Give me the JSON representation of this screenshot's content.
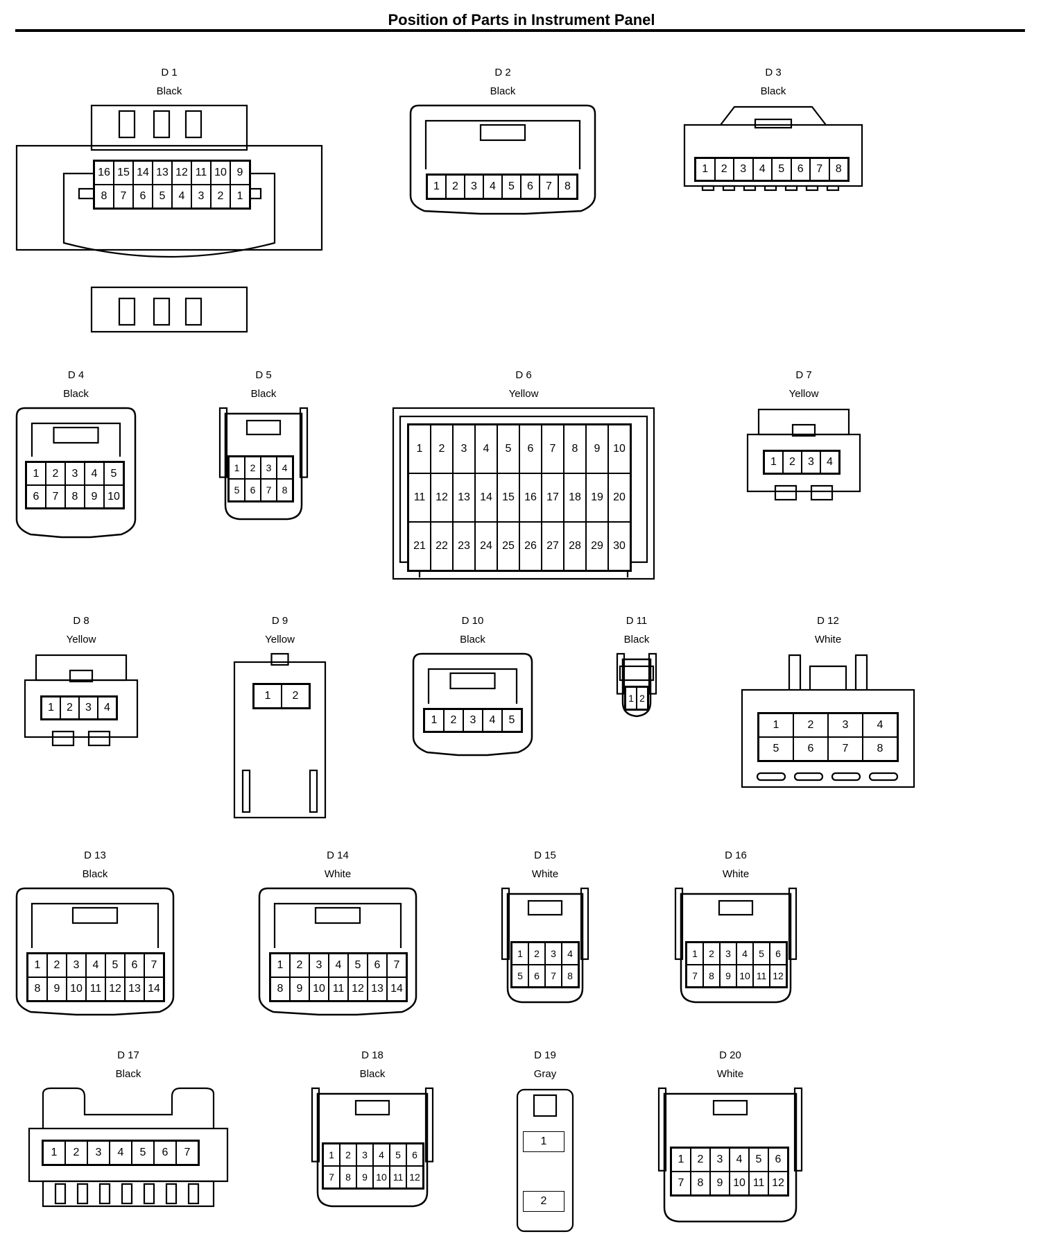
{
  "title": "Position of Parts in Instrument Panel",
  "connectors": [
    {
      "id": "D 1",
      "color": "Black",
      "rows": [
        [
          "16",
          "15",
          "14",
          "13",
          "12",
          "11",
          "10",
          "9"
        ],
        [
          "8",
          "7",
          "6",
          "5",
          "4",
          "3",
          "2",
          "1"
        ]
      ]
    },
    {
      "id": "D 2",
      "color": "Black",
      "rows": [
        [
          "1",
          "2",
          "3",
          "4",
          "5",
          "6",
          "7",
          "8"
        ]
      ]
    },
    {
      "id": "D 3",
      "color": "Black",
      "rows": [
        [
          "1",
          "2",
          "3",
          "4",
          "5",
          "6",
          "7",
          "8"
        ]
      ]
    },
    {
      "id": "D 4",
      "color": "Black",
      "rows": [
        [
          "1",
          "2",
          "3",
          "4",
          "5"
        ],
        [
          "6",
          "7",
          "8",
          "9",
          "10"
        ]
      ]
    },
    {
      "id": "D 5",
      "color": "Black",
      "rows": [
        [
          "1",
          "2",
          "3",
          "4"
        ],
        [
          "5",
          "6",
          "7",
          "8"
        ]
      ]
    },
    {
      "id": "D 6",
      "color": "Yellow",
      "rows": [
        [
          "1",
          "2",
          "3",
          "4",
          "5",
          "6",
          "7",
          "8",
          "9",
          "10"
        ],
        [
          "11",
          "12",
          "13",
          "14",
          "15",
          "16",
          "17",
          "18",
          "19",
          "20"
        ],
        [
          "21",
          "22",
          "23",
          "24",
          "25",
          "26",
          "27",
          "28",
          "29",
          "30"
        ]
      ]
    },
    {
      "id": "D 7",
      "color": "Yellow",
      "rows": [
        [
          "1",
          "2",
          "3",
          "4"
        ]
      ]
    },
    {
      "id": "D 8",
      "color": "Yellow",
      "rows": [
        [
          "1",
          "2",
          "3",
          "4"
        ]
      ]
    },
    {
      "id": "D 9",
      "color": "Yellow",
      "rows": [
        [
          "1",
          "2"
        ]
      ]
    },
    {
      "id": "D 10",
      "color": "Black",
      "rows": [
        [
          "1",
          "2",
          "3",
          "4",
          "5"
        ]
      ]
    },
    {
      "id": "D 11",
      "color": "Black",
      "rows": [
        [
          "1",
          "2"
        ]
      ]
    },
    {
      "id": "D 12",
      "color": "White",
      "rows": [
        [
          "1",
          "2",
          "3",
          "4"
        ],
        [
          "5",
          "6",
          "7",
          "8"
        ]
      ]
    },
    {
      "id": "D 13",
      "color": "Black",
      "rows": [
        [
          "1",
          "2",
          "3",
          "4",
          "5",
          "6",
          "7"
        ],
        [
          "8",
          "9",
          "10",
          "11",
          "12",
          "13",
          "14"
        ]
      ]
    },
    {
      "id": "D 14",
      "color": "White",
      "rows": [
        [
          "1",
          "2",
          "3",
          "4",
          "5",
          "6",
          "7"
        ],
        [
          "8",
          "9",
          "10",
          "11",
          "12",
          "13",
          "14"
        ]
      ]
    },
    {
      "id": "D 15",
      "color": "White",
      "rows": [
        [
          "1",
          "2",
          "3",
          "4"
        ],
        [
          "5",
          "6",
          "7",
          "8"
        ]
      ]
    },
    {
      "id": "D 16",
      "color": "White",
      "rows": [
        [
          "1",
          "2",
          "3",
          "4",
          "5",
          "6"
        ],
        [
          "7",
          "8",
          "9",
          "10",
          "11",
          "12"
        ]
      ]
    },
    {
      "id": "D 17",
      "color": "Black",
      "rows": [
        [
          "1",
          "2",
          "3",
          "4",
          "5",
          "6",
          "7"
        ]
      ]
    },
    {
      "id": "D 18",
      "color": "Black",
      "rows": [
        [
          "1",
          "2",
          "3",
          "4",
          "5",
          "6"
        ],
        [
          "7",
          "8",
          "9",
          "10",
          "11",
          "12"
        ]
      ]
    },
    {
      "id": "D 19",
      "color": "Gray",
      "rows": [
        [
          "1"
        ],
        [
          "2"
        ]
      ]
    },
    {
      "id": "D 20",
      "color": "White",
      "rows": [
        [
          "1",
          "2",
          "3",
          "4",
          "5",
          "6"
        ],
        [
          "7",
          "8",
          "9",
          "10",
          "11",
          "12"
        ]
      ]
    }
  ]
}
